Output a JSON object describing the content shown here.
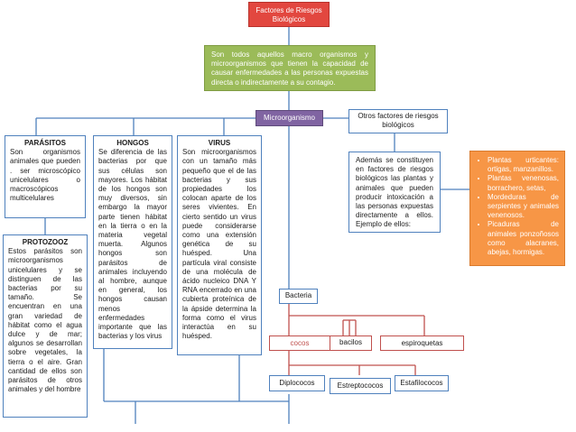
{
  "title": "Factores de Riesgos Biológicos",
  "definition": "Son todos aquellos macro organismos y microorganismos que tienen la capacidad de causar enfermedades a las personas expuestas directa o indirectamente a su contagio.",
  "microorganismo": "Microorganismo",
  "otros": {
    "label": "Otros factores de riesgos biológicos",
    "description": "Además se constituyen en factores de riesgos biológicos las plantas y animales que pueden producir intoxicación a las personas expuestas directamente a ellos. Ejemplo de ellos:",
    "examples": [
      "Plantas urticantes: ortigas, manzanillos.",
      "Plantas venenosas, borrachero, setas,",
      "Mordeduras de serpientes y animales venenosos.",
      "Picaduras de animales ponzoñosos como alacranes, abejas, hormigas."
    ]
  },
  "parasitos": {
    "title": "PARÁSITOS",
    "text": "Son organismos animales que pueden . ser microscópico unicelulares o macroscópicos multicelulares"
  },
  "protozooz": {
    "title": "PROTOZOOZ",
    "text": "Estos parásitos son microorganismos unicelulares y se distinguen de las bacterias por su tamaño. Se encuentran en una gran variedad de hábitat como el agua dulce y de mar; algunos se desarrollan sobre vegetales, la tierra o el aire. Gran cantidad de ellos son parásitos de otros animales y del hombre"
  },
  "hongos": {
    "title": "HONGOS",
    "text": "Se diferencia de las bacterias por que sus células son mayores. Los hábitat de los hongos son muy diversos, sin embargo la mayor parte tienen hábitat en la tierra o en la materia vegetal muerta. Algunos hongos son parásitos de animales incluyendo al hombre, aunque en general, los hongos causan menos enfermedades importante que las bacterias y los virus"
  },
  "virus": {
    "title": "VIRUS",
    "text": "Son microorganismos con un tamaño más pequeño que el de las bacterias y sus propiedades los colocan aparte de los seres vivientes. En cierto sentido un virus puede considerarse como una extensión genética de su huésped. Una partícula viral consiste de una molécula de ácido nucleico DNA Y RNA encerrado en una cubierta proteínica de la ápside determina la forma como el virus interactúa en su huésped."
  },
  "bacteria": {
    "label": "Bacteria",
    "shapes": [
      "cocos",
      "bacilos",
      "espiroquetas"
    ],
    "cocos_types": [
      "Diplococos",
      "Estreptococos",
      "Estafilococos"
    ]
  }
}
